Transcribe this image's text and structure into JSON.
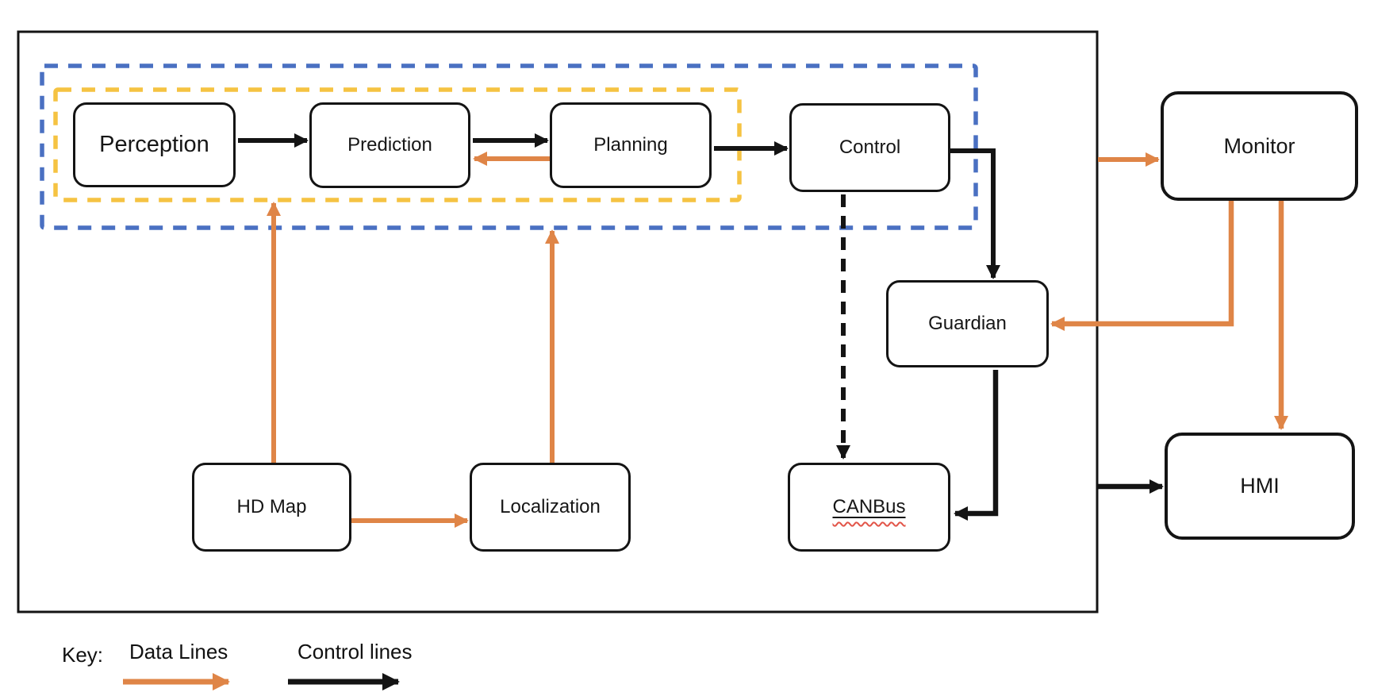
{
  "diagram": {
    "nodes": {
      "perception": "Perception",
      "prediction": "Prediction",
      "planning": "Planning",
      "control": "Control",
      "monitor": "Monitor",
      "guardian": "Guardian",
      "canbus": "CANBus",
      "hd_map": "HD Map",
      "localization": "Localization",
      "hmi": "HMI"
    },
    "edges": [
      {
        "from": "Perception",
        "to": "Prediction",
        "type": "control"
      },
      {
        "from": "Prediction",
        "to": "Planning",
        "type": "control"
      },
      {
        "from": "Planning",
        "to": "Prediction",
        "type": "data"
      },
      {
        "from": "Planning",
        "to": "Control",
        "type": "control"
      },
      {
        "from": "Control",
        "to": "Guardian",
        "type": "control"
      },
      {
        "from": "Control",
        "to": "CANBus",
        "type": "control-dashed"
      },
      {
        "from": "Guardian",
        "to": "CANBus",
        "type": "control"
      },
      {
        "from": "HD Map",
        "to": "Perception",
        "type": "data"
      },
      {
        "from": "HD Map",
        "to": "Localization",
        "type": "data"
      },
      {
        "from": "Localization",
        "to": "Planning",
        "type": "data"
      },
      {
        "from": "System",
        "to": "Monitor",
        "type": "data"
      },
      {
        "from": "Monitor",
        "to": "Guardian",
        "type": "data"
      },
      {
        "from": "Monitor",
        "to": "HMI",
        "type": "data"
      },
      {
        "from": "System",
        "to": "HMI",
        "type": "control"
      }
    ]
  },
  "key": {
    "title": "Key:",
    "data_lines_label": "Data Lines",
    "control_lines_label": "Control lines"
  },
  "colors": {
    "data-line": "#DF8547",
    "control-line": "#141414",
    "region-blue": "#4A70C2",
    "region-yellow": "#F5C342",
    "spellcheck-red": "#E25549",
    "box-border": "#141414",
    "background": "#FFFFFF"
  }
}
